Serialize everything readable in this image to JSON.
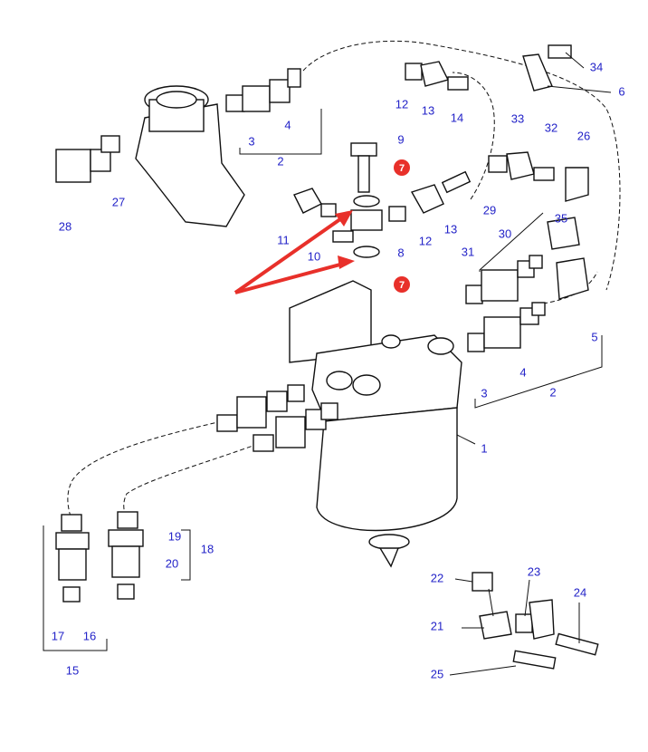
{
  "callouts": [
    "34",
    "6",
    "12",
    "13",
    "14",
    "3",
    "4",
    "2",
    "9",
    "33",
    "32",
    "26",
    "27",
    "28",
    "11",
    "10",
    "8",
    "12",
    "13",
    "29",
    "35",
    "30",
    "31",
    "5",
    "4",
    "3",
    "2",
    "1",
    "19",
    "18",
    "20",
    "17",
    "16",
    "15",
    "22",
    "23",
    "24",
    "21",
    "25"
  ],
  "highlight": {
    "label": "7",
    "color": "#e8302a",
    "arrow_color": "#e8302a"
  },
  "label_color": "#2323c8"
}
